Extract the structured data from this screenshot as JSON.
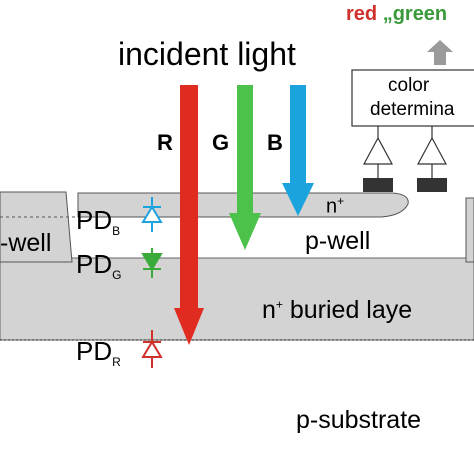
{
  "title": "incident light",
  "output": {
    "red": "red",
    "green": "„green",
    "red_color": "#d0312d",
    "green_color": "#3a9a3a"
  },
  "color_block": {
    "line1": "color",
    "line2": "determina"
  },
  "beams": [
    {
      "label": "R",
      "color": "#e02b20"
    },
    {
      "label": "G",
      "color": "#4cc24a"
    },
    {
      "label": "B",
      "color": "#1aa3dc"
    }
  ],
  "regions": {
    "p_well_left": "-well",
    "p_well_main": "p-well",
    "n_plus": "n",
    "n_plus_sup": "+",
    "buried_n": "n",
    "buried_sup": "+",
    "buried_text": " buried laye",
    "substrate": "p-substrate"
  },
  "photodiodes": [
    {
      "main": "PD",
      "sub": "B",
      "color": "#1aa3dc"
    },
    {
      "main": "PD",
      "sub": "G",
      "color": "#3aaa3a"
    },
    {
      "main": "PD",
      "sub": "R",
      "color": "#d0312d"
    }
  ],
  "colors": {
    "layer_gray": "#d3d3d3",
    "outline": "#555555",
    "contact": "#333333",
    "up_arrow": "#9a9a9a"
  }
}
